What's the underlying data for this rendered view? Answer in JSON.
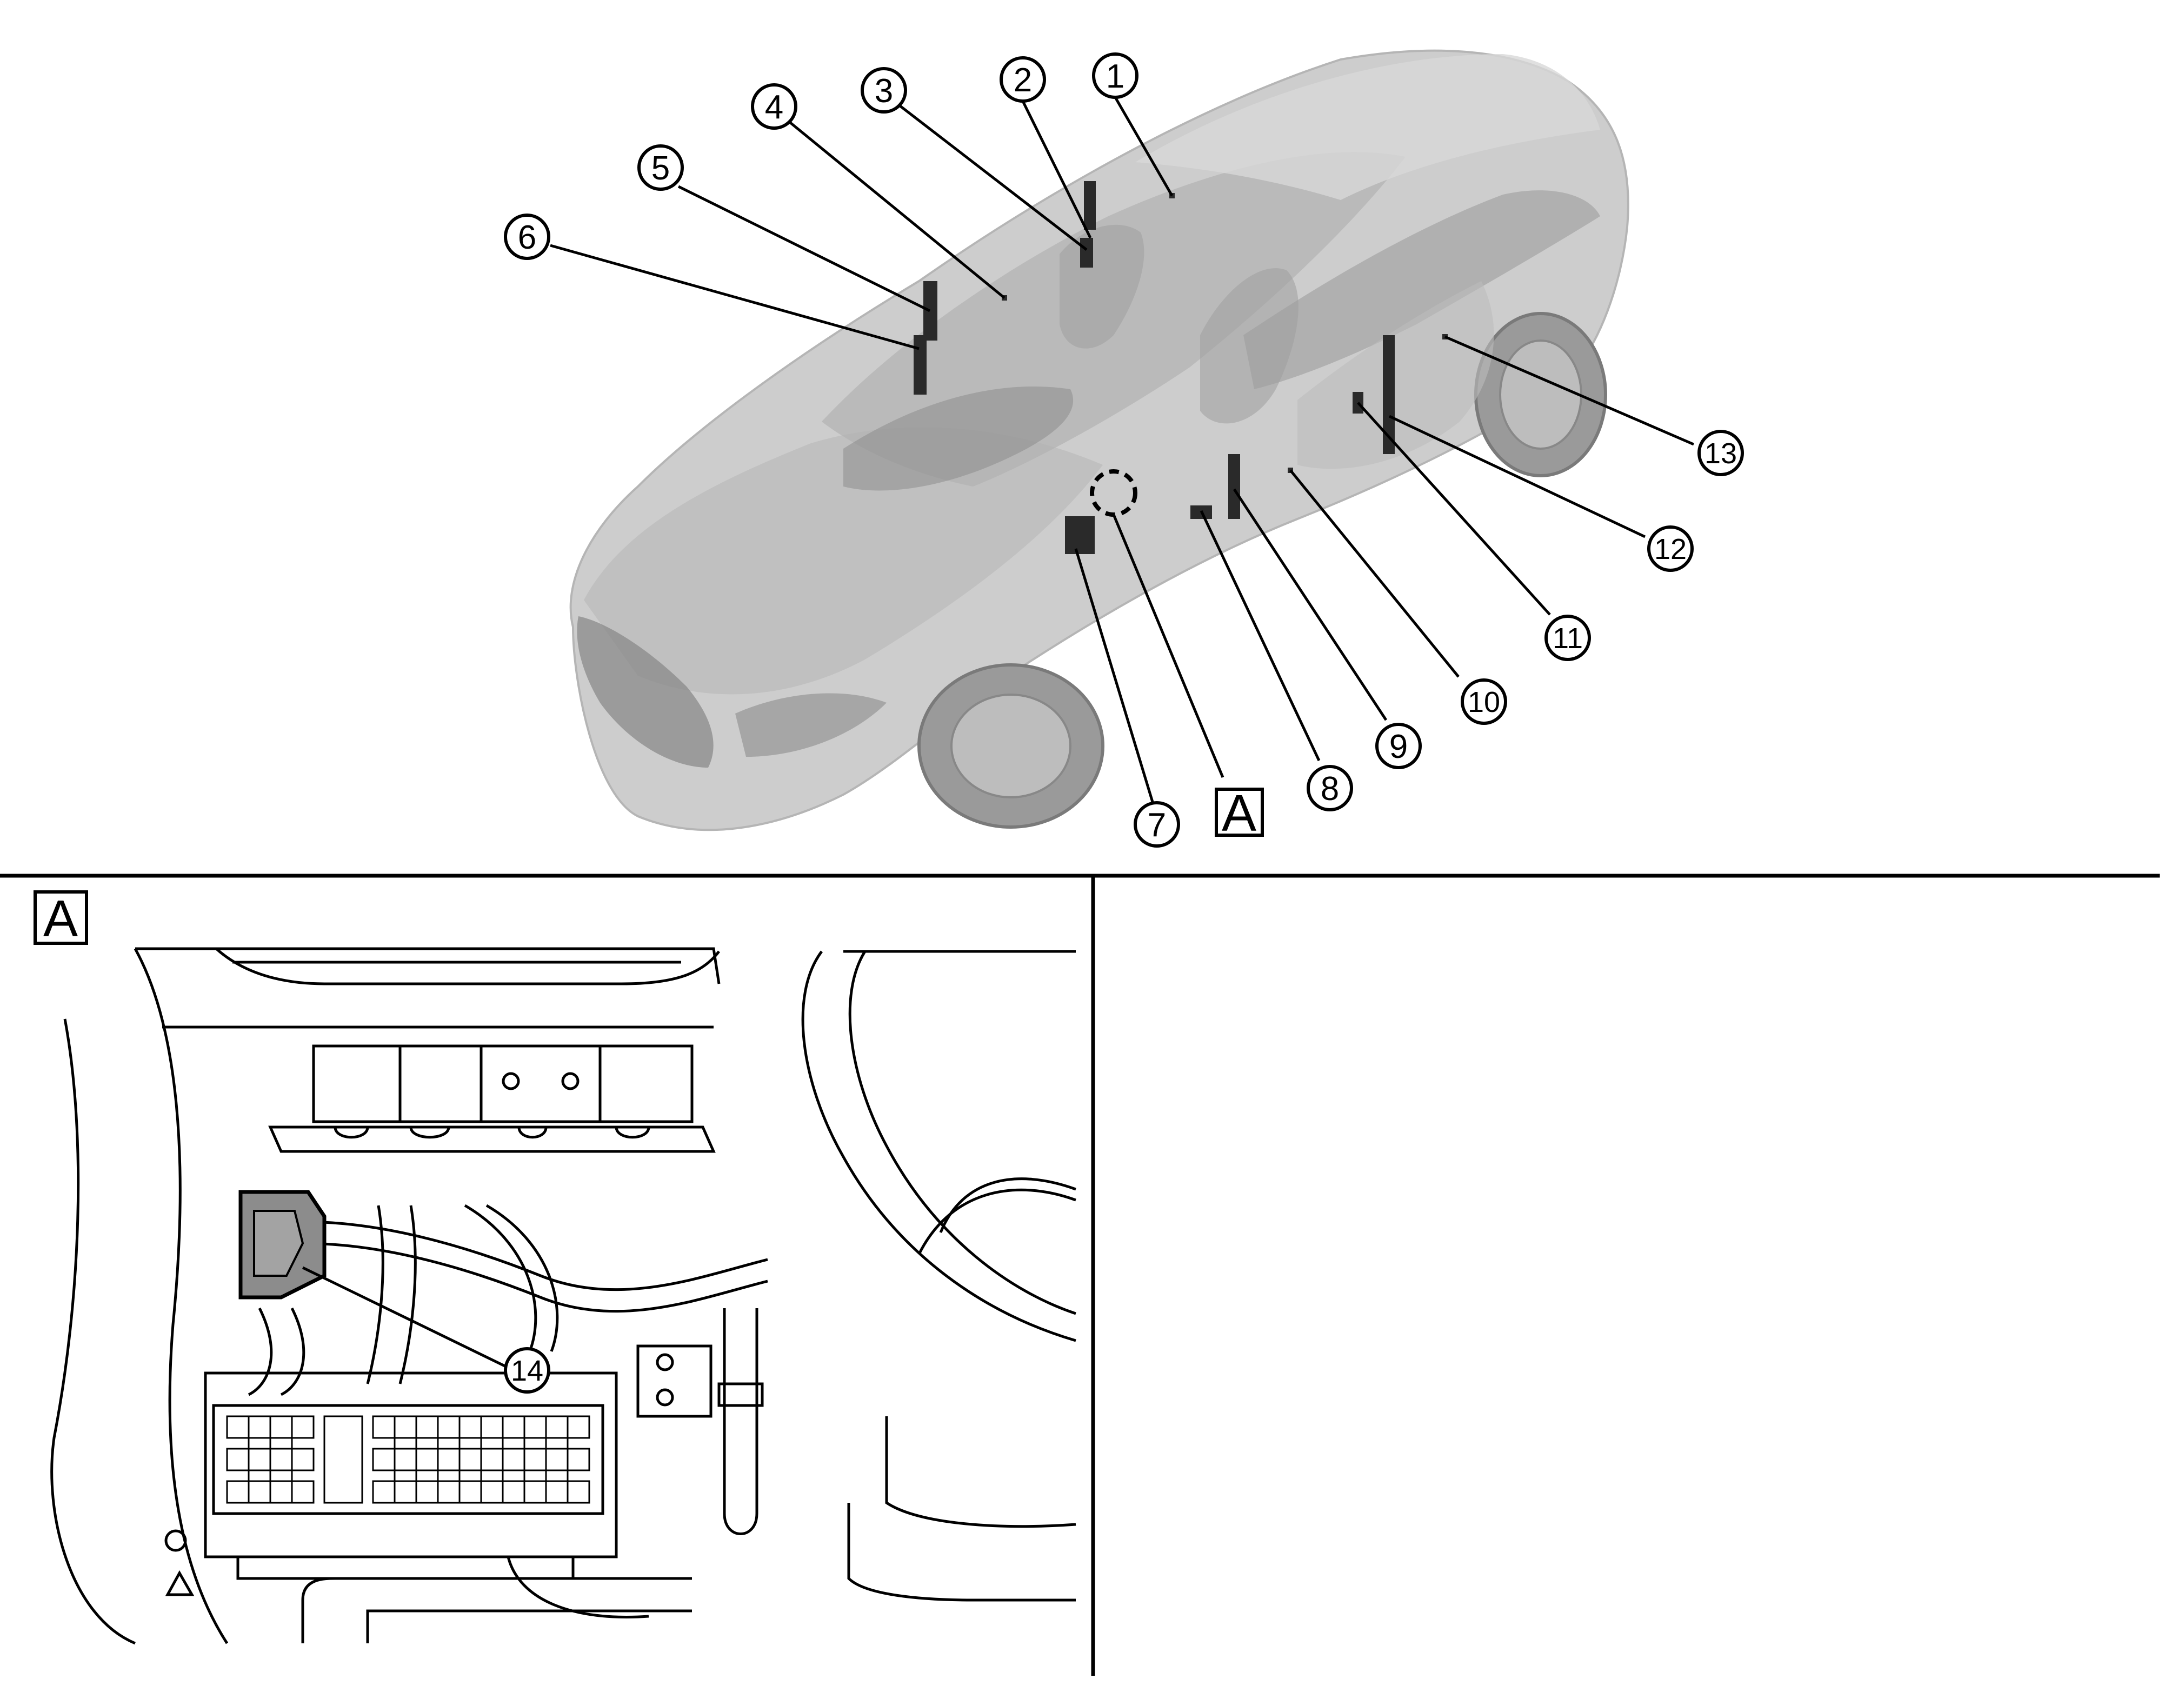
{
  "callouts": [
    {
      "id": "1",
      "label": "1"
    },
    {
      "id": "2",
      "label": "2"
    },
    {
      "id": "3",
      "label": "3"
    },
    {
      "id": "4",
      "label": "4"
    },
    {
      "id": "5",
      "label": "5"
    },
    {
      "id": "6",
      "label": "6"
    },
    {
      "id": "7",
      "label": "7"
    },
    {
      "id": "8",
      "label": "8"
    },
    {
      "id": "9",
      "label": "9"
    },
    {
      "id": "10",
      "label": "10"
    },
    {
      "id": "11",
      "label": "11"
    },
    {
      "id": "12",
      "label": "12"
    },
    {
      "id": "13",
      "label": "13"
    },
    {
      "id": "14",
      "label": "14"
    }
  ],
  "view_labels": {
    "overview_ref": "A",
    "detail_ref": "A"
  },
  "colors": {
    "car_body": "#c9c9c9",
    "car_shade": "#a9a9a9",
    "car_dark": "#6f6f6f",
    "component": "#2a2a2a",
    "highlight": "#8c8c8c",
    "line": "#000000"
  }
}
